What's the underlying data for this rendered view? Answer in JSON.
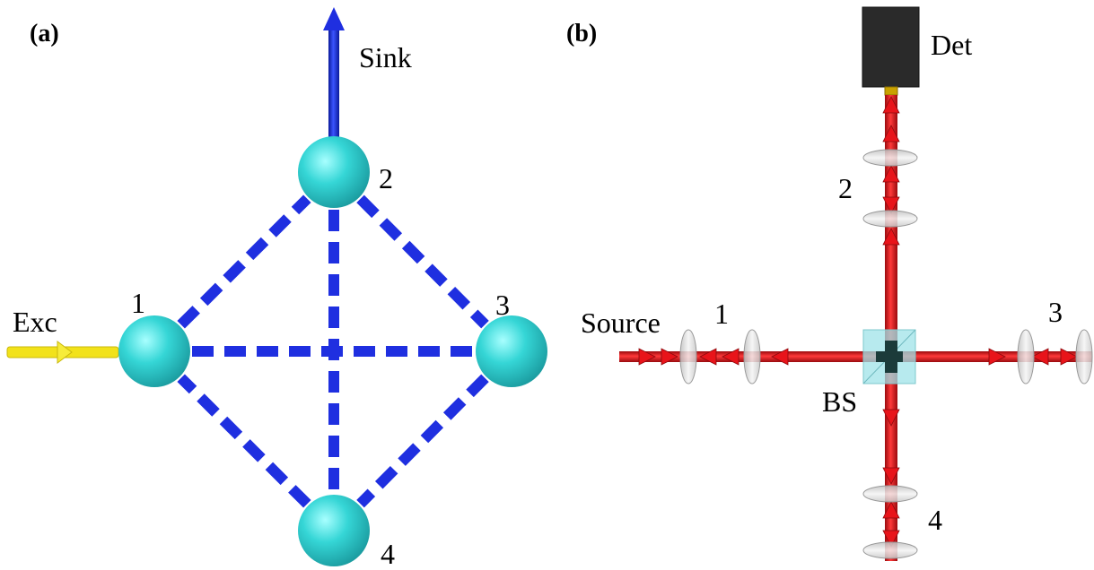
{
  "panel_a": {
    "label": "(a)",
    "sink_label": "Sink",
    "exc_label": "Exc",
    "nodes": [
      {
        "id": "1",
        "label": "1"
      },
      {
        "id": "2",
        "label": "2"
      },
      {
        "id": "3",
        "label": "3"
      },
      {
        "id": "4",
        "label": "4"
      }
    ],
    "couplings": [
      {
        "from": "1",
        "to": "2"
      },
      {
        "from": "2",
        "to": "3"
      },
      {
        "from": "3",
        "to": "4"
      },
      {
        "from": "4",
        "to": "1"
      },
      {
        "from": "1",
        "to": "3"
      },
      {
        "from": "2",
        "to": "4"
      }
    ],
    "colors": {
      "node": "#35d6d6",
      "coupling": "#1f2fe0",
      "sink_arrow": "#1f2fe0",
      "exc_arrow": "#f2e21a"
    }
  },
  "panel_b": {
    "label": "(b)",
    "det_label": "Det",
    "source_label": "Source",
    "bs_label": "BS",
    "arm_labels": [
      "1",
      "2",
      "3",
      "4"
    ],
    "colors": {
      "beam": "#e8141a",
      "detector": "#2a2a2a",
      "beamsplitter": "#9fe3e8",
      "lens": "#d9d9d9"
    }
  }
}
